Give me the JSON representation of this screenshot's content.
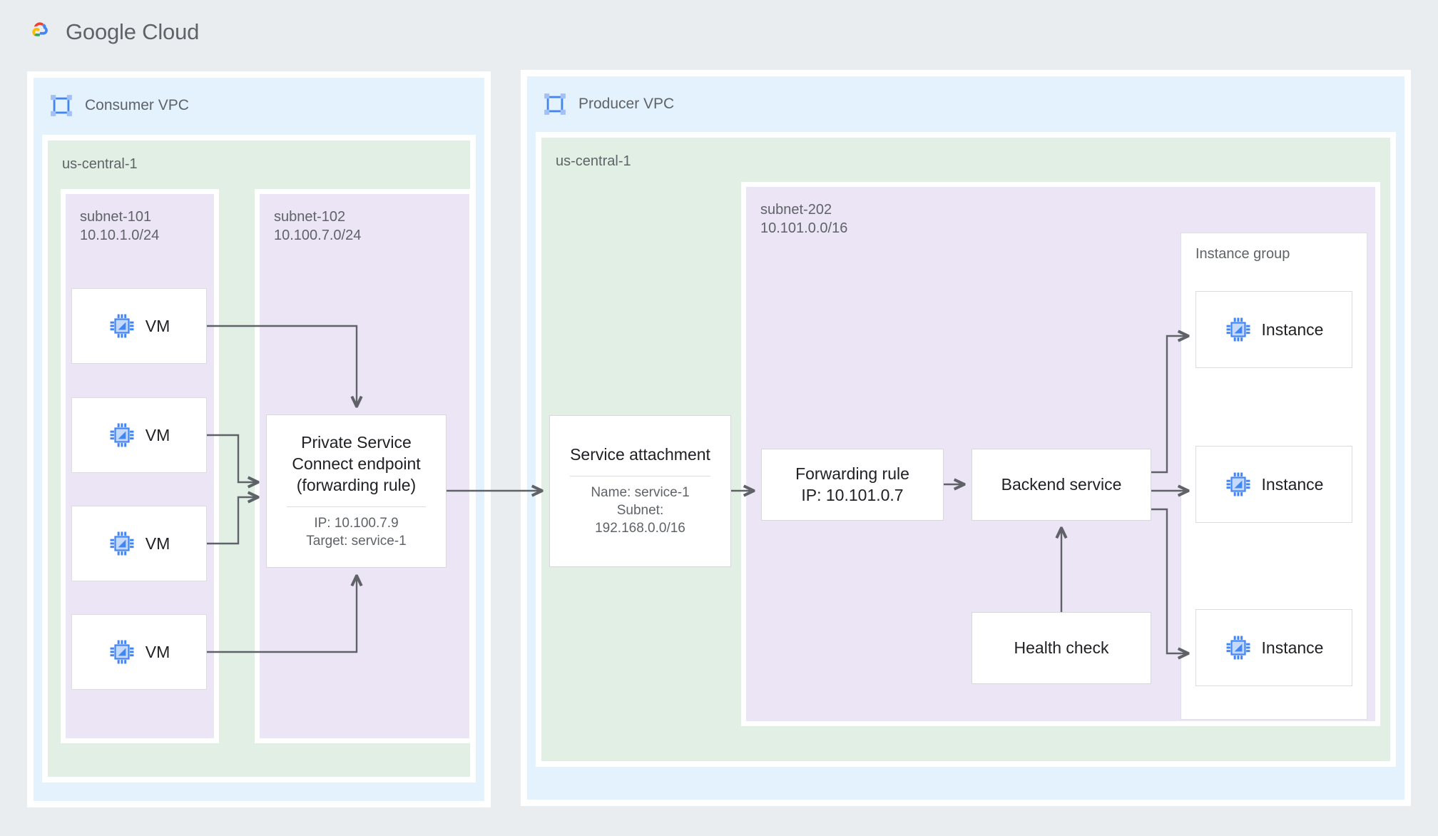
{
  "header": {
    "brand": "Google Cloud",
    "logo_icon": "google-cloud-logo",
    "colors": {
      "red": "#ea4335",
      "yellow": "#fbbc04",
      "green": "#34a853",
      "blue": "#4285f4"
    }
  },
  "palette": {
    "page_background": "#eaedef",
    "vpc_background": "#e3f2fd",
    "region_background": "#e1efe4",
    "subnet_background": "#ece5f6",
    "node_background": "#ffffff",
    "node_border": "#d8d8db",
    "connector": "#5f6368",
    "icon_blue": "#4285f4",
    "text_primary": "#202124",
    "text_secondary": "#5f6368"
  },
  "consumer_vpc": {
    "title": "Consumer VPC",
    "icon": "vpc-icon",
    "region": {
      "label": "us-central-1"
    },
    "subnets": [
      {
        "id": "subnet-101",
        "name": "subnet-101",
        "cidr": "10.10.1.0/24",
        "vms": [
          {
            "label": "VM",
            "icon": "vm-chip-icon"
          },
          {
            "label": "VM",
            "icon": "vm-chip-icon"
          },
          {
            "label": "VM",
            "icon": "vm-chip-icon"
          },
          {
            "label": "VM",
            "icon": "vm-chip-icon"
          }
        ]
      },
      {
        "id": "subnet-102",
        "name": "subnet-102",
        "cidr": "10.100.7.0/24",
        "endpoint": {
          "title": "Private Service\nConnect endpoint\n(forwarding rule)",
          "title_lines": [
            "Private Service",
            "Connect endpoint",
            "(forwarding rule)"
          ],
          "meta_lines": [
            "IP: 10.100.7.9",
            "Target: service-1"
          ],
          "ip": "IP: 10.100.7.9",
          "target": "Target: service-1"
        }
      }
    ]
  },
  "producer_vpc": {
    "title": "Producer VPC",
    "icon": "vpc-icon",
    "region": {
      "label": "us-central-1"
    },
    "service_attachment": {
      "title": "Service attachment",
      "meta_lines": [
        "Name: service-1",
        "Subnet:",
        "192.168.0.0/16"
      ],
      "name": "Name: service-1",
      "subnet_label": "Subnet:",
      "subnet_cidr": "192.168.0.0/16"
    },
    "subnet": {
      "id": "subnet-202",
      "name": "subnet-202",
      "cidr": "10.101.0.0/16"
    },
    "forwarding_rule": {
      "title_lines": [
        "Forwarding rule",
        "IP: 10.101.0.7"
      ],
      "title": "Forwarding rule",
      "ip": "IP: 10.101.0.7"
    },
    "backend_service": {
      "title": "Backend service"
    },
    "health_check": {
      "title": "Health check"
    },
    "instance_group": {
      "label": "Instance group",
      "instances": [
        {
          "label": "Instance",
          "icon": "vm-chip-icon"
        },
        {
          "label": "Instance",
          "icon": "vm-chip-icon"
        },
        {
          "label": "Instance",
          "icon": "vm-chip-icon"
        }
      ]
    }
  },
  "connections": [
    {
      "from": "vm-1",
      "to": "psc-endpoint",
      "style": "orthogonal-arrow"
    },
    {
      "from": "vm-2",
      "to": "psc-endpoint",
      "style": "orthogonal-arrow"
    },
    {
      "from": "vm-3",
      "to": "psc-endpoint",
      "style": "orthogonal-arrow"
    },
    {
      "from": "vm-4",
      "to": "psc-endpoint",
      "style": "orthogonal-arrow"
    },
    {
      "from": "psc-endpoint",
      "to": "service-attachment",
      "style": "straight-arrow"
    },
    {
      "from": "service-attachment",
      "to": "forwarding-rule",
      "style": "straight-arrow"
    },
    {
      "from": "forwarding-rule",
      "to": "backend-service",
      "style": "straight-arrow"
    },
    {
      "from": "health-check",
      "to": "backend-service",
      "style": "straight-arrow"
    },
    {
      "from": "backend-service",
      "to": "instance-1",
      "style": "orthogonal-arrow"
    },
    {
      "from": "backend-service",
      "to": "instance-2",
      "style": "straight-arrow"
    },
    {
      "from": "backend-service",
      "to": "instance-3",
      "style": "orthogonal-arrow"
    }
  ]
}
